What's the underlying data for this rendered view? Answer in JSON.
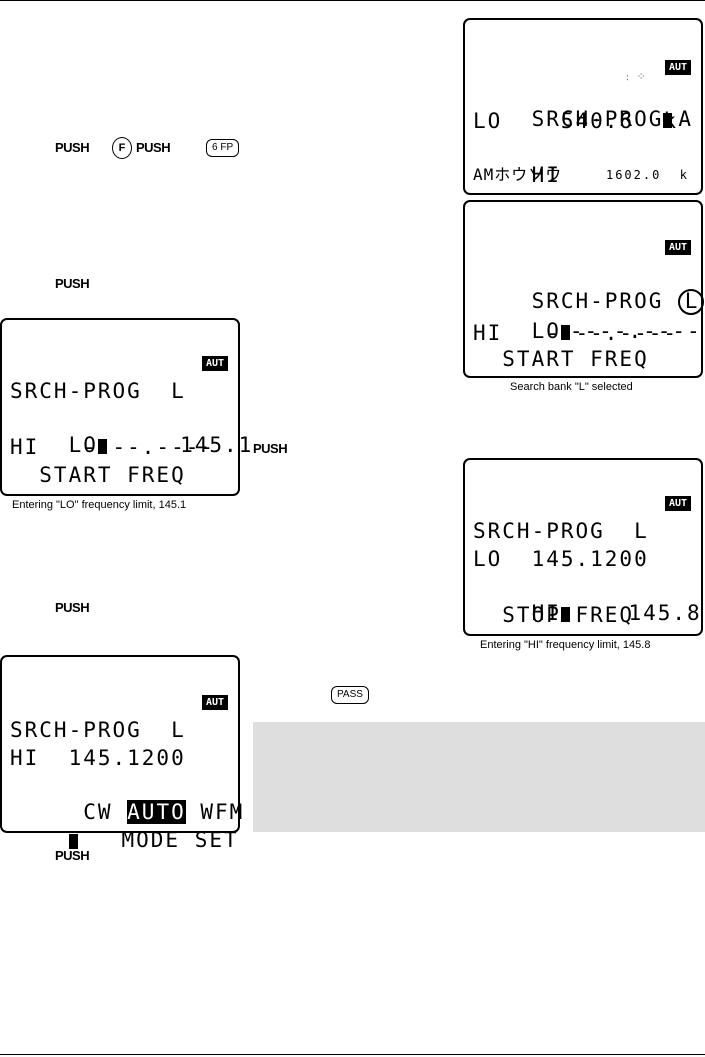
{
  "step_labels": {
    "push_f_fp": "PUSH",
    "key_f": "F",
    "key_fp": "6 FP",
    "push_2": "PUSH",
    "push_3": "PUSH",
    "push_4": "PUSH",
    "push_5": "PUSH",
    "key_pass": "PASS"
  },
  "lcd1": {
    "badge": "AUT",
    "line1": "SRCH-PROG",
    "line1_right": "A",
    "line2": "LO    540.6  k",
    "line3": "HI",
    "line3_value": "1602.0  k",
    "line4": "AMホウソウ"
  },
  "lcd2": {
    "badge": "AUT",
    "line1": "SRCH-PROG ",
    "line1_circled": "L",
    "line2_a": "LO",
    "line2_b": "----.----",
    "line3": "HI   ----.----",
    "line4": "  START FREQ",
    "caption": "Search bank \"L\" selected"
  },
  "lcd3": {
    "badge": "AUT",
    "line1": "SRCH-PROG  L",
    "line2_a": "LO",
    "line2_b": "     145.1",
    "line3": "HI   ----.----",
    "line4": "  START FREQ",
    "caption": "Entering \"LO\" frequency limit, 145.1"
  },
  "lcd4": {
    "badge": "AUT",
    "line1": "SRCH-PROG  L",
    "line2": "LO  145.1200",
    "line3_a": "HI",
    "line3_b": "    145.8",
    "line4": "  STOP FREQ",
    "caption": "Entering \"HI\" frequency limit, 145.8"
  },
  "lcd5": {
    "badge": "AUT",
    "line1": "SRCH-PROG  L",
    "line2": "HI  145.1200",
    "line3_a": " CW ",
    "line3_hl": "AUTO",
    "line3_b": " WFM",
    "line4": "   MODE SET"
  }
}
